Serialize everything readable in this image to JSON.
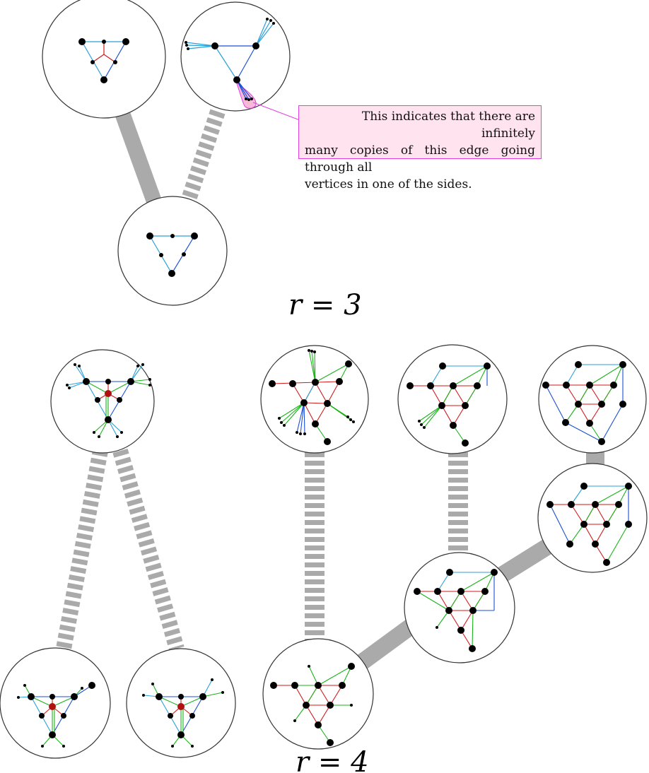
{
  "colors": {
    "link": "#aaaaaa",
    "edge_blue": "#1a4fd6",
    "edge_cyan": "#2aa0d8",
    "edge_red": "#d11a1a",
    "edge_green": "#1bb31b",
    "vertex": "#000000",
    "callout_fill": "#ffe4f0",
    "callout_border": "#e040e0"
  },
  "callout": {
    "line1": "This indicates that there are infinitely",
    "line2": "many copies of this edge going through all",
    "line3": "vertices in one of the sides."
  },
  "labels": {
    "r3": "r = 3",
    "r4": "r = 4"
  }
}
